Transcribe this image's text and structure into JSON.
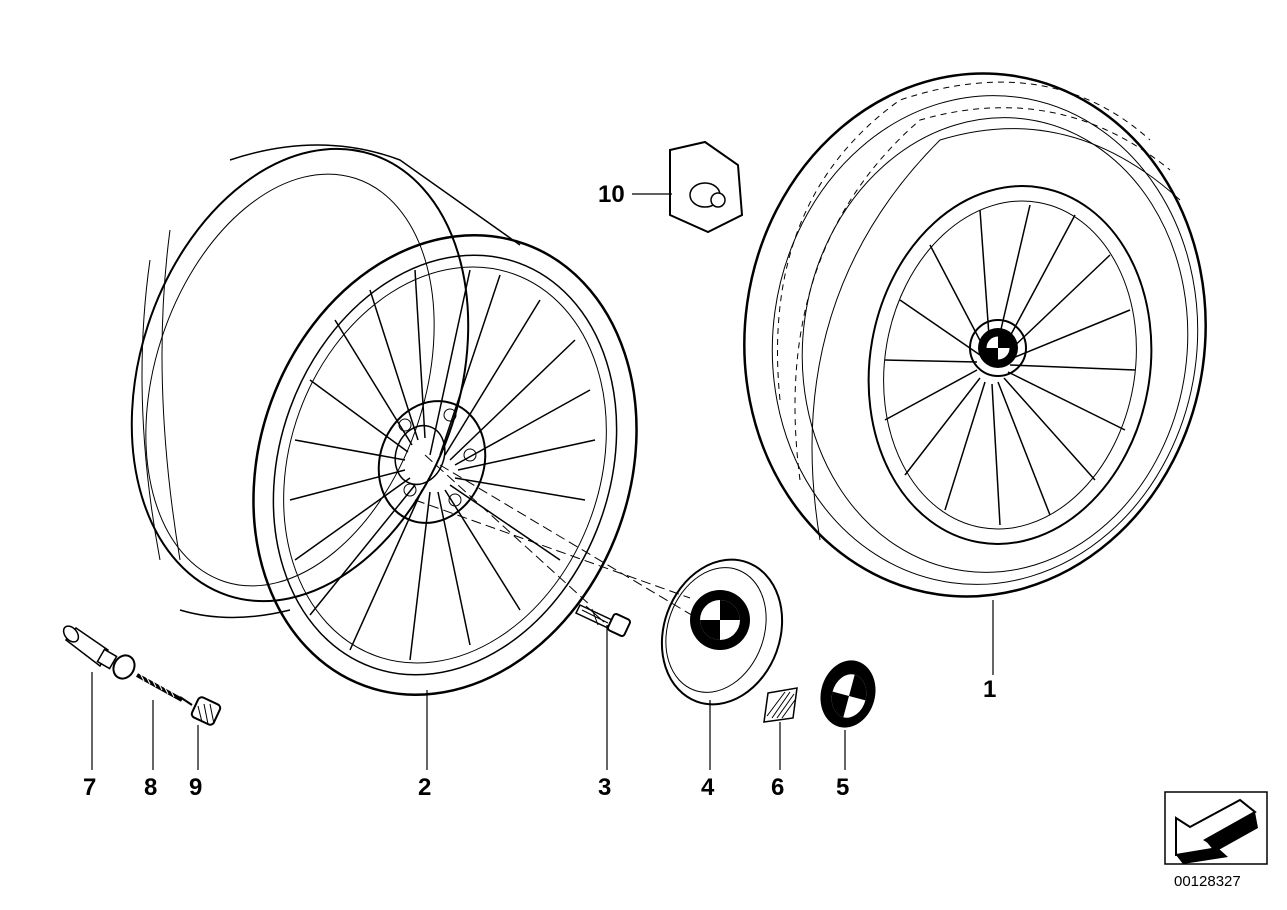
{
  "parts": [
    {
      "id": "1"
    },
    {
      "id": "2"
    },
    {
      "id": "3"
    },
    {
      "id": "4"
    },
    {
      "id": "5"
    },
    {
      "id": "6"
    },
    {
      "id": "7"
    },
    {
      "id": "8"
    },
    {
      "id": "9"
    },
    {
      "id": "10"
    }
  ],
  "document_number": "00128327",
  "icons": [
    "direction-arrow-icon",
    "bmw-roundel-icon"
  ],
  "colors": {
    "line": "#000000",
    "background": "#ffffff"
  }
}
